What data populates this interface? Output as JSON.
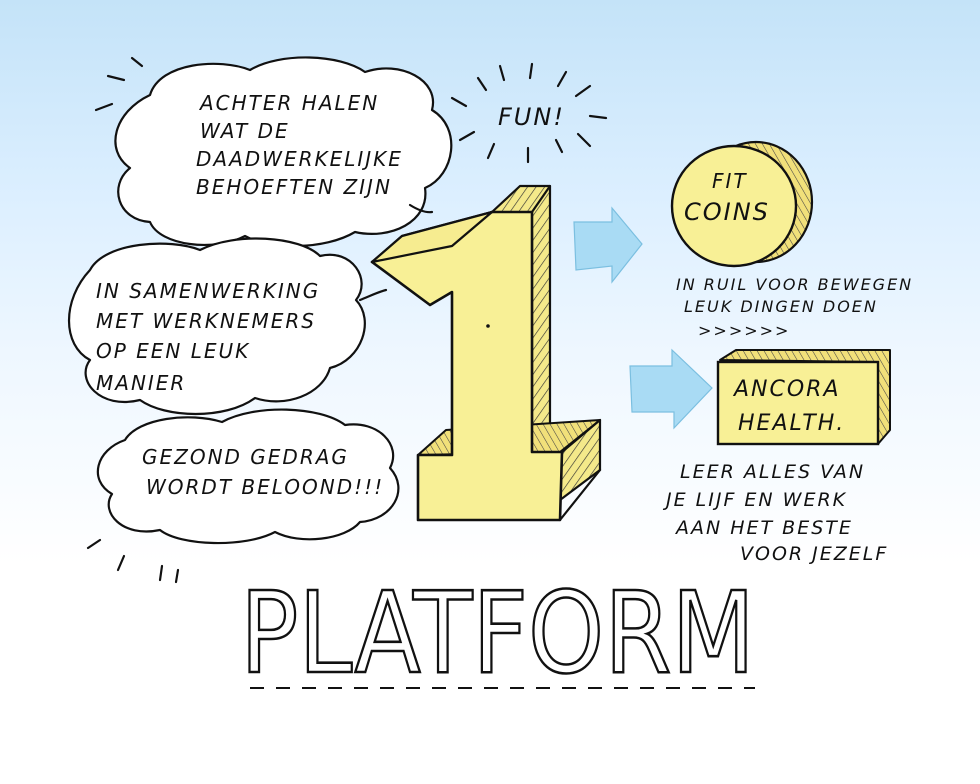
{
  "bubbles": {
    "needs": [
      "ACHTER HALEN",
      "WAT DE",
      "DAADWERKELIJKE",
      "BEHOEFTEN ZIJN"
    ],
    "collab": [
      "IN SAMENWERKING",
      "MET WERKNEMERS",
      "OP EEN LEUK",
      "MANIER"
    ],
    "reward": [
      "GEZOND GEDRAG",
      "WORDT BELOOND!!!"
    ]
  },
  "fun_label": "FUN!",
  "big_number": "1",
  "coin": {
    "label_line1": "FIT",
    "label_line2": "COINS",
    "caption": [
      "IN RUIL VOOR BEWEGEN",
      "LEUK DINGEN DOEN",
      ">>>>>>"
    ]
  },
  "health": {
    "label_line1": "ANCORA",
    "label_line2": "HEALTH.",
    "caption": [
      "LEER ALLES VAN",
      "JE LIJF EN WERK",
      "AAN HET BESTE",
      "VOOR JEZELF"
    ]
  },
  "platform_word": "PLATFORM",
  "colors": {
    "yellow": "#f8f096",
    "yellow_dark": "#e8d66a",
    "arrow_blue": "#a9dbf4",
    "ink": "#111111",
    "sky_top": "#c4e3f8"
  }
}
